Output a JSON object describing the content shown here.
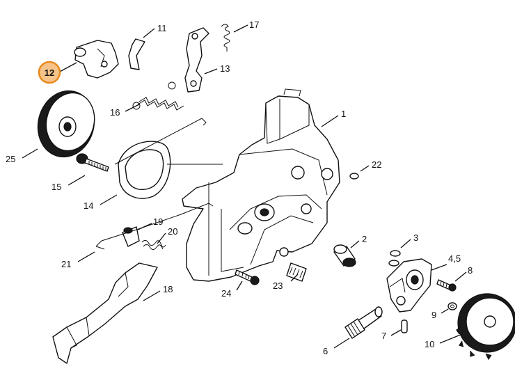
{
  "highlight_color": "#e8891d",
  "highlighted_part": "12",
  "callouts": {
    "c1": "1",
    "c2": "2",
    "c3": "3",
    "c45": "4,5",
    "c6": "6",
    "c7": "7",
    "c8": "8",
    "c9": "9",
    "c10": "10",
    "c11": "11",
    "c12": "12",
    "c13": "13",
    "c14": "14",
    "c15": "15",
    "c16": "16",
    "c17": "17",
    "c18": "18",
    "c19": "19",
    "c20": "20",
    "c21": "21",
    "c22": "22",
    "c23": "23",
    "c24": "24",
    "c25": "25"
  }
}
